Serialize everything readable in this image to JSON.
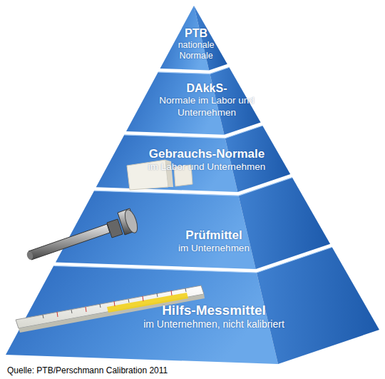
{
  "diagram": {
    "caption": "Quelle: PTB/Perschmann Calibration 2011",
    "nodes": [
      {
        "text": [
          "PTB",
          "nationale Normale"
        ]
      },
      {
        "text": [
          "DAkkS-",
          "Normale im Labor und Unternehmen"
        ]
      },
      {
        "text": [
          "Gebrauchs-Normale",
          "im Labor und Unternehmen"
        ]
      },
      {
        "text": [
          "Prüfmittel",
          "im Unternehmen"
        ]
      },
      {
        "text": [
          "Hilfs-Messmittel",
          "im Unternehmen, nicht kalibriert"
        ]
      }
    ]
  }
}
